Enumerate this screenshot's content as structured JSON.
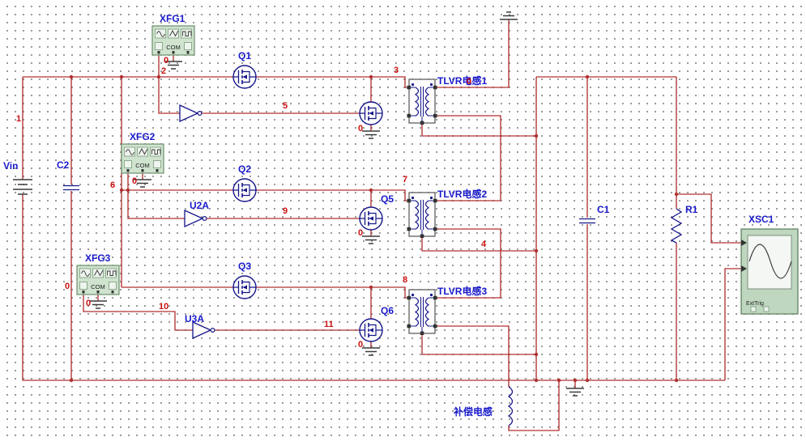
{
  "colors": {
    "wire": "#b03030",
    "component_stroke": "#16168a",
    "label_blue": "#1a1acc",
    "net_red": "#cc1111",
    "xfg_fill": "#cfe3cf",
    "scope_fill": "#bed7be",
    "background": "#ffffff"
  },
  "components": {
    "vin": {
      "label": "Vin"
    },
    "c2": {
      "label": "C2"
    },
    "c1": {
      "label": "C1"
    },
    "r1": {
      "label": "R1"
    },
    "xfg1": {
      "label": "XFG1",
      "com": "COM"
    },
    "xfg2": {
      "label": "XFG2",
      "com": "COM"
    },
    "xfg3": {
      "label": "XFG3",
      "com": "COM"
    },
    "q1": {
      "label": "Q1"
    },
    "q2": {
      "label": "Q2"
    },
    "q3": {
      "label": "Q3"
    },
    "q5": {
      "label": "Q5"
    },
    "q6": {
      "label": "Q6"
    },
    "u2a": {
      "label": "U2A"
    },
    "u3a": {
      "label": "U3A"
    },
    "tlvr1": {
      "label": "TLVR电感1"
    },
    "tlvr2": {
      "label": "TLVR电感2"
    },
    "tlvr3": {
      "label": "TLVR电感3"
    },
    "comp_inductor": {
      "label": "补偿电感"
    },
    "xsc1": {
      "label": "XSC1",
      "ext_trig": "ExtTrig"
    }
  },
  "nets": {
    "n1": "1",
    "n2": "2",
    "n3": "3",
    "n4": "4",
    "n5": "5",
    "n6": "6",
    "n7": "7",
    "n8": "8",
    "n9": "9",
    "n10": "10",
    "n11": "11",
    "gnd": "0"
  }
}
